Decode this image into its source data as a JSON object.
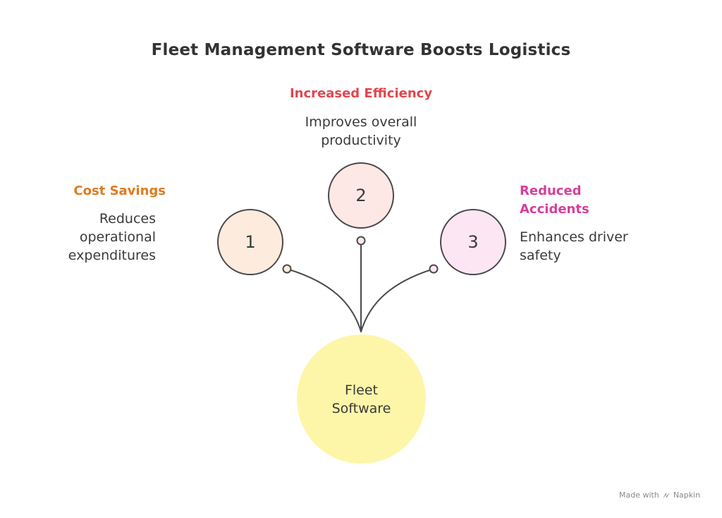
{
  "title": "Fleet Management Software Boosts Logistics",
  "hub": {
    "label": "Fleet Software",
    "color": "#fdf6a8"
  },
  "items": [
    {
      "number": "1",
      "heading": "Cost Savings",
      "description": "Reduces operational expenditures",
      "heading_color": "#e07b1f",
      "circle_color": "#fdebdd"
    },
    {
      "number": "2",
      "heading": "Increased Efficiency",
      "description": "Improves overall productivity",
      "heading_color": "#e0464e",
      "circle_color": "#fde8e6"
    },
    {
      "number": "3",
      "heading": "Reduced Accidents",
      "description": "Enhances driver safety",
      "heading_color": "#d63f9c",
      "circle_color": "#fce6f4"
    }
  ],
  "watermark": {
    "text": "Made with",
    "brand": "Napkin",
    "icon": "napkin-logo-icon"
  }
}
